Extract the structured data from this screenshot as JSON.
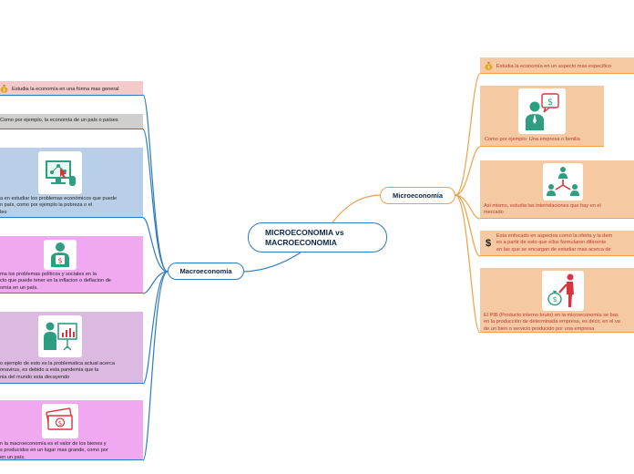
{
  "central": {
    "title_line1": "MICROECONOMIA vs",
    "title_line2": "MACROECONOMIA"
  },
  "micro": {
    "label": "Microeconomía",
    "items": [
      {
        "icon": "money-bag-icon",
        "text": "Estudia la economía en un aspecto mas especifico"
      },
      {
        "icon": "person-dollar-speech-icon",
        "text": "Como por ejemplo: Una empresa o familia"
      },
      {
        "icon": "network-people-icon",
        "lines": [
          "Asi mismo, estudia las interrelaciones que hay en el",
          "mercado"
        ]
      },
      {
        "icon": "dollar-sign-icon",
        "lines": [
          "Esta enfocado en aspectos como la oferta y la dem",
          "es a partir de esto que ellos formularon diferente",
          "en las que se encargan de estudiar mas acerca de"
        ]
      },
      {
        "icon": "person-money-bag-icon",
        "lines": [
          "El PIB (Producto interno bruto) en la microeconomía se bas",
          "en la producción de determinada empresa, es decir, en el va",
          "de un bien o servicio producido por una empresa"
        ]
      }
    ]
  },
  "macro": {
    "label": "Macroeconomía",
    "items": [
      {
        "icon": "money-bag-icon",
        "text": "Estudia la economía en una forma mas general"
      },
      {
        "text": "Como por ejemplo, la economía de un país o países"
      },
      {
        "icon": "computer-network-icon",
        "lines": [
          "a en estudiar los problemas económicos que puede",
          "n país, como por ejemplo la pobreza o el",
          "leo"
        ]
      },
      {
        "icon": "person-dollar-icon",
        "lines": [
          "ma los problemas políticos y sociales en la",
          "cto que puede tener en la inflacion o deflacion de",
          "omía en un país."
        ]
      },
      {
        "icon": "presenter-chart-icon",
        "lines": [
          "o ejemplo de esto es la problematica actual acerca",
          "onavirus, es debido a esta pandemia que la",
          "nia del mundo esta decayendo"
        ]
      },
      {
        "icon": "banknotes-icon",
        "lines": [
          "n la macroeconomía es el valor de los bienes y",
          "s producidos en un lugar mas grande, como por",
          " en un país."
        ]
      }
    ]
  },
  "colors": {
    "macro_accent": "#2f7bbf",
    "micro_accent": "#f0a04a",
    "icon_teal": "#2e9e80",
    "icon_red": "#d9343f"
  }
}
